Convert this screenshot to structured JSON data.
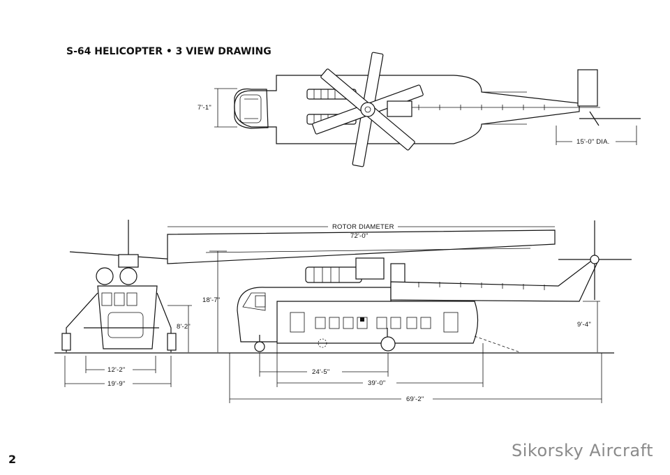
{
  "title": "S-64 HELICOPTER • 3 VIEW DRAWING",
  "page_number": "2",
  "brand": "Sikorsky Aircraft",
  "dimensions": {
    "top_width": "7'-1\"",
    "tail_rotor_dia": "15'-0\" DIA.",
    "rotor_label": "ROTOR DIAMETER",
    "rotor_value": "72'-0\"",
    "overall_height": "18'-7\"",
    "front_height": "8'-2\"",
    "pod_height": "9'-4\"",
    "front_track": "12'-2\"",
    "front_width": "19'-9\"",
    "wheelbase": "24'-5\"",
    "pod_length": "39'-0\"",
    "overall_length": "69'-2\""
  }
}
